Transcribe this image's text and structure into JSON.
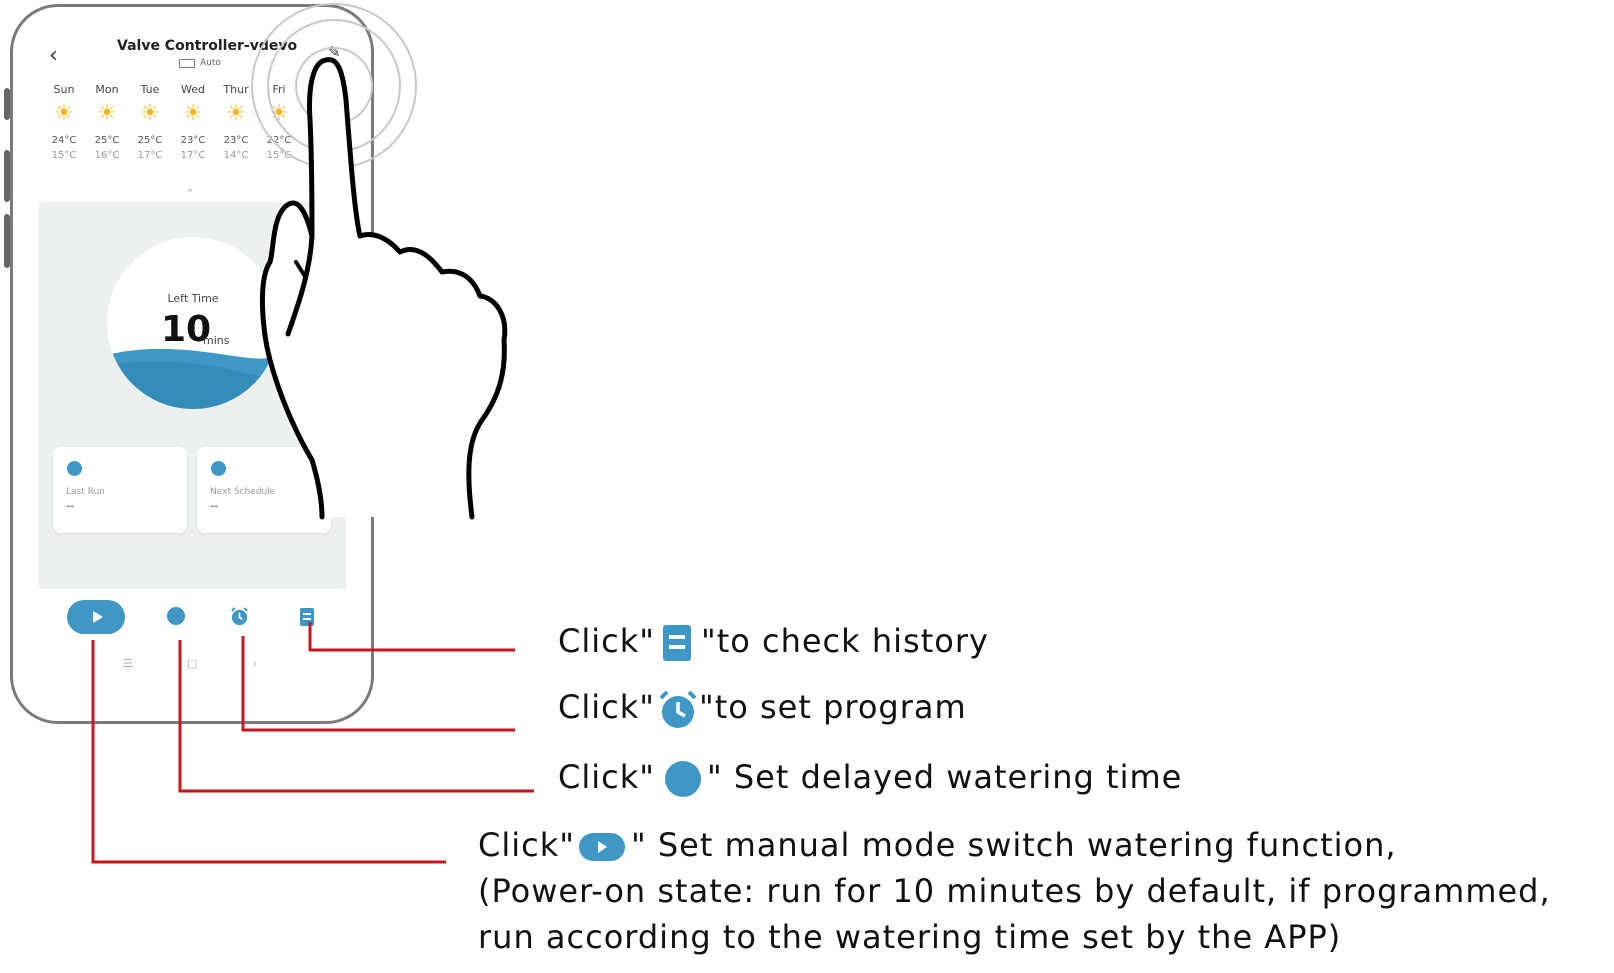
{
  "app": {
    "title": "Valve Controller-vdevo",
    "mode": "Auto"
  },
  "weather": [
    {
      "day": "Sun",
      "high": "24°C",
      "low": "15°C"
    },
    {
      "day": "Mon",
      "high": "25°C",
      "low": "16°C"
    },
    {
      "day": "Tue",
      "high": "25°C",
      "low": "17°C"
    },
    {
      "day": "Wed",
      "high": "23°C",
      "low": "17°C"
    },
    {
      "day": "Thur",
      "high": "23°C",
      "low": "14°C"
    },
    {
      "day": "Fri",
      "high": "22°C",
      "low": "15°C"
    }
  ],
  "timer": {
    "label": "Left Time",
    "value": "10",
    "unit": "mins"
  },
  "cards": {
    "last_run": {
      "label": "Last Run",
      "value": "--"
    },
    "next_schedule": {
      "label": "Next Schedule",
      "value": "--"
    }
  },
  "instructions": {
    "history": {
      "prefix": "Click\"",
      "suffix": "\"to check history"
    },
    "program": {
      "prefix": "Click\"",
      "suffix": "\"to set program"
    },
    "delay": {
      "prefix": "Click\"",
      "suffix": "\" Set delayed watering time"
    },
    "manual": {
      "prefix": "Click\"",
      "suffix": "\" Set manual mode switch watering function,",
      "line2": "(Power-on state: run for 10 minutes by default, if programmed,",
      "line3": "run according to the watering time set by the APP)"
    }
  },
  "colors": {
    "accent": "#3e97c4",
    "sun": "#f6b61d",
    "callout_line": "#c8161d",
    "screen_bg": "#ecf0ef"
  },
  "icons": [
    "back-icon",
    "edit-icon",
    "sun-icon",
    "play-icon",
    "delay-water-icon",
    "alarm-clock-icon",
    "history-icon",
    "hand-pointer-icon"
  ]
}
